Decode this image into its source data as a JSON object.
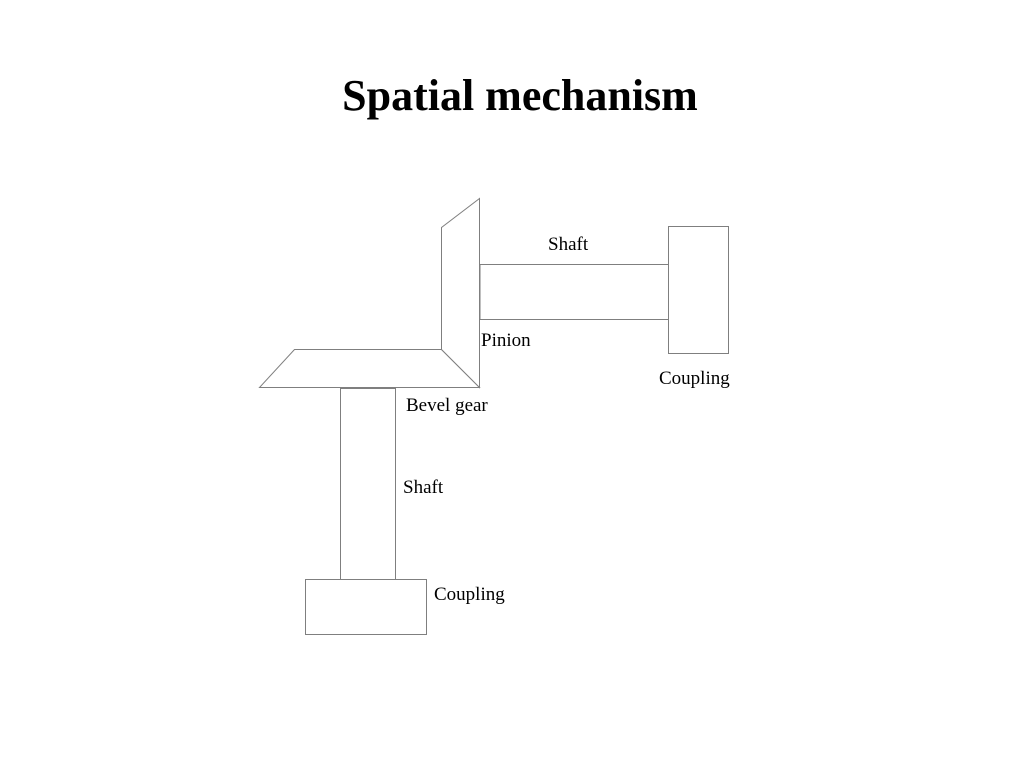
{
  "slide": {
    "title": "Spatial mechanism"
  },
  "diagram": {
    "labels": {
      "shaft_horizontal": "Shaft",
      "pinion": "Pinion",
      "coupling_right": "Coupling",
      "bevel_gear": "Bevel gear",
      "shaft_vertical": "Shaft",
      "coupling_bottom": "Coupling"
    },
    "colors": {
      "outline": "#7f7f7f",
      "text": "#000000",
      "background": "#ffffff"
    }
  }
}
